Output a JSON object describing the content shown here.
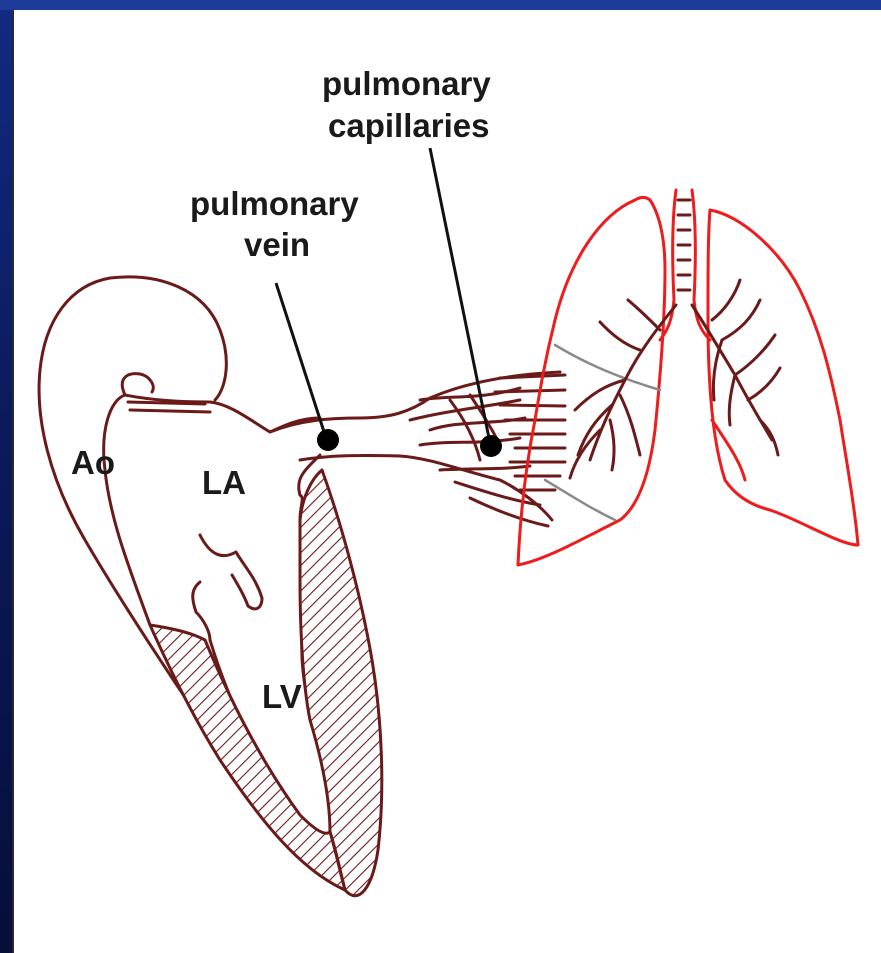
{
  "labels": {
    "ao": "Ao",
    "la": "LA",
    "lv": "LV",
    "pulmonary_vein_line1": "pulmonary",
    "pulmonary_vein_line2": "vein",
    "pulmonary_capillaries_line1": "pulmonary",
    "pulmonary_capillaries_line2": "capillaries"
  },
  "colors": {
    "heart_outline": "#6b1a1a",
    "lung_outline": "#ee1c1c",
    "fissure": "#8a8a8a",
    "background": "#ffffff",
    "frame": "#0a1a5c"
  }
}
